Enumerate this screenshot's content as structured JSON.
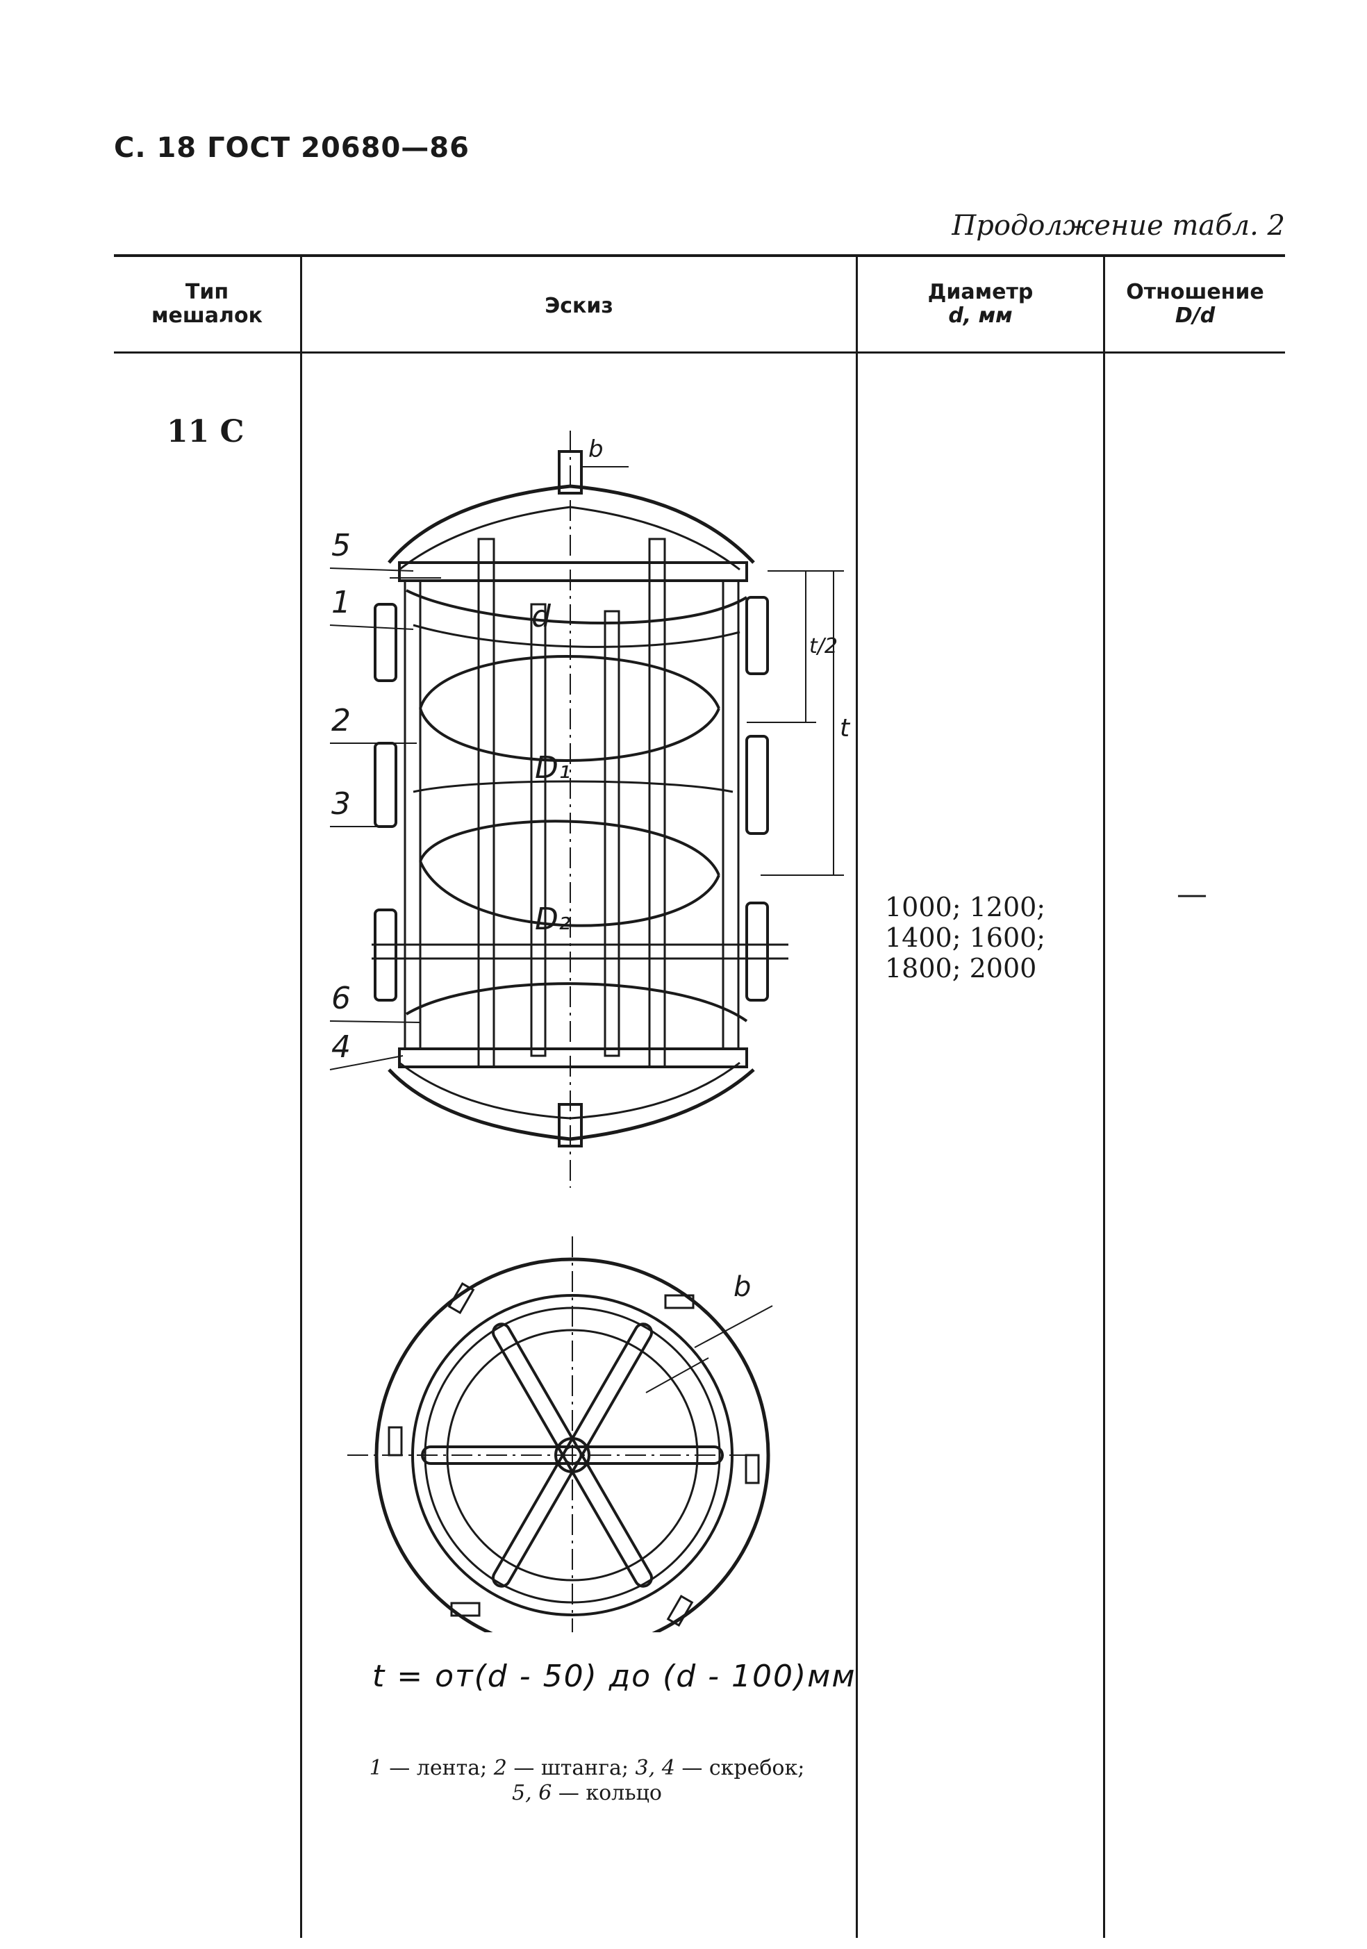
{
  "header": {
    "page_ref": "С. 18 ГОСТ 20680—86",
    "continuation": "Продолжение табл. 2"
  },
  "table": {
    "columns": [
      {
        "line1": "Тип",
        "line2": "мешалок"
      },
      {
        "line1": "Эскиз",
        "line2": ""
      },
      {
        "line1": "Диаметр",
        "line2": "d, мм"
      },
      {
        "line1": "Отношение",
        "line2": "D/d"
      }
    ],
    "row": {
      "type": "11 С",
      "diameters": [
        "1000; 1200;",
        "1400; 1600;",
        "1800; 2000"
      ],
      "ratio": "—"
    }
  },
  "sketch": {
    "callouts": [
      "5",
      "1",
      "2",
      "3",
      "6",
      "4"
    ],
    "dims": {
      "d": "d",
      "D1": "D₁",
      "D2": "D₂",
      "t": "t",
      "half_t": "t/2",
      "b": "b"
    },
    "formula": "t = от(d - 50) до (d - 100)мм",
    "legend": [
      {
        "num": "1",
        "text": " — лента; "
      },
      {
        "num": "2",
        "text": " — штанга; "
      },
      {
        "num": "3, 4",
        "text": " — скребок;"
      },
      {
        "num": "5, 6",
        "text": " — кольцо"
      }
    ]
  }
}
